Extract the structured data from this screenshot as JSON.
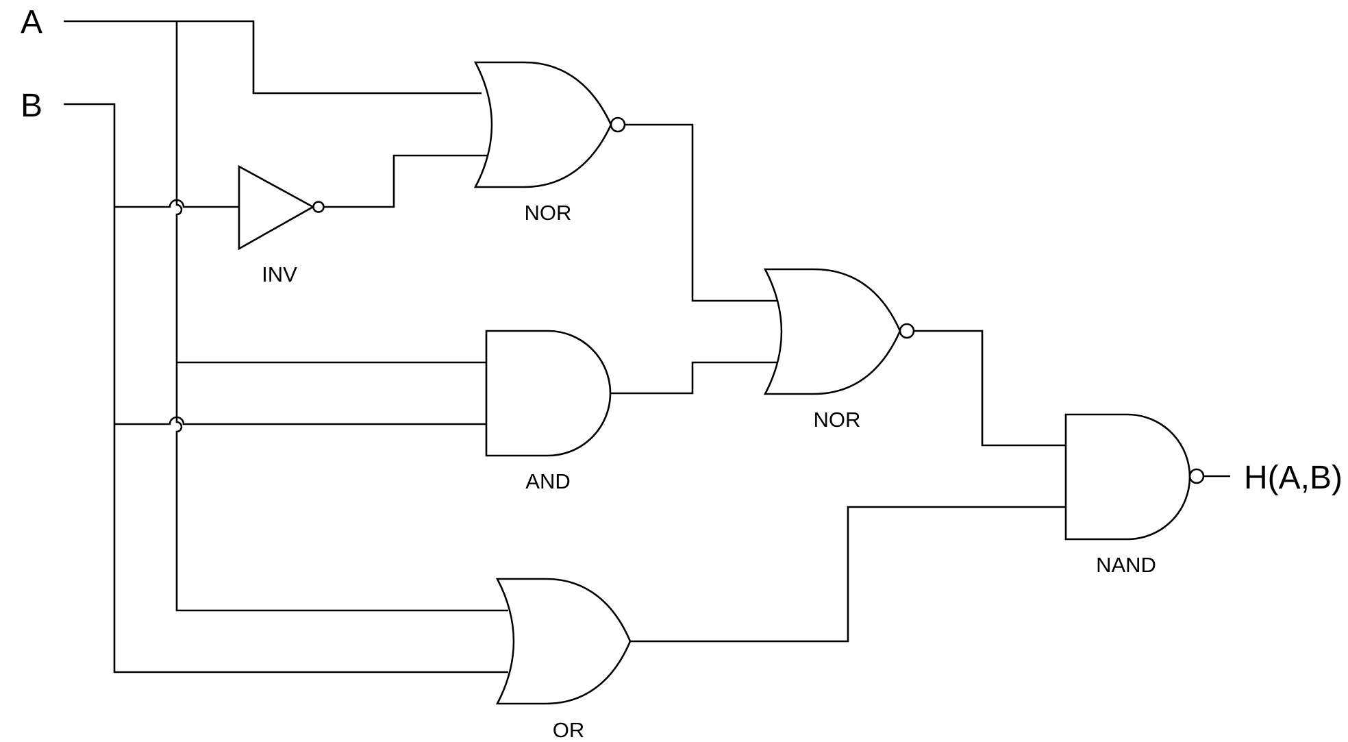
{
  "inputs": {
    "a": "A",
    "b": "B"
  },
  "output": {
    "label": "H(A,B)"
  },
  "gates": {
    "nor_top": "NOR",
    "inv": "INV",
    "and": "AND",
    "nor_mid": "NOR",
    "or": "OR",
    "nand": "NAND"
  },
  "colors": {
    "stroke": "#000000",
    "background": "#ffffff"
  }
}
